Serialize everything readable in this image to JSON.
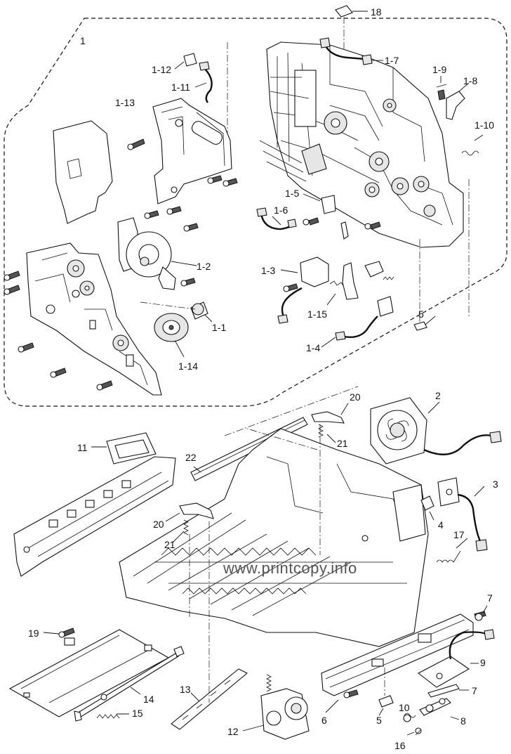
{
  "watermark": "www.printcopy.info",
  "labels": {
    "l1": "1",
    "l1_1": "1-1",
    "l1_2": "1-2",
    "l1_3": "1-3",
    "l1_4": "1-4",
    "l1_5": "1-5",
    "l1_6": "1-6",
    "l1_7": "1-7",
    "l1_8": "1-8",
    "l1_9": "1-9",
    "l1_10": "1-10",
    "l1_11": "1-11",
    "l1_12": "1-12",
    "l1_13": "1-13",
    "l1_14": "1-14",
    "l1_15": "1-15",
    "l2": "2",
    "l3": "3",
    "l4": "4",
    "l5a": "5",
    "l5b": "5",
    "l6": "6",
    "l7a": "7",
    "l7b": "7",
    "l8": "8",
    "l9": "9",
    "l10": "10",
    "l11": "11",
    "l12": "12",
    "l13": "13",
    "l14": "14",
    "l15": "15",
    "l16": "16",
    "l17": "17",
    "l18": "18",
    "l19": "19",
    "l20a": "20",
    "l20b": "20",
    "l21a": "21",
    "l21b": "21",
    "l22": "22"
  }
}
